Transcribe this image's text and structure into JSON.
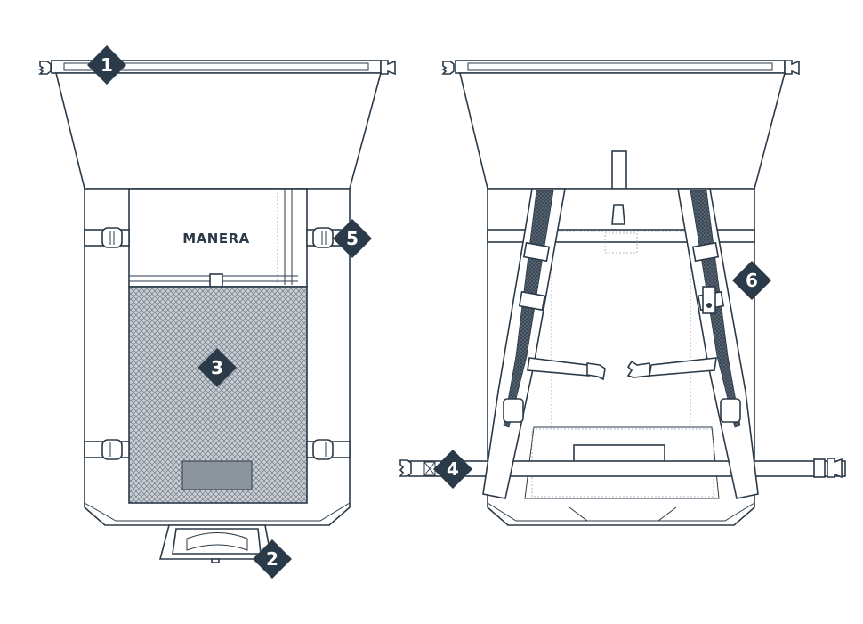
{
  "diagram": {
    "brand_label": "MANERA",
    "line_color": "#2b3a48",
    "markers": [
      {
        "id": "1",
        "label": "1",
        "part": "roll-top-closure"
      },
      {
        "id": "2",
        "label": "2",
        "part": "bottom-handle"
      },
      {
        "id": "3",
        "label": "3",
        "part": "mesh-pocket"
      },
      {
        "id": "4",
        "label": "4",
        "part": "hip-belt"
      },
      {
        "id": "5",
        "label": "5",
        "part": "side-compression-buckle"
      },
      {
        "id": "6",
        "label": "6",
        "part": "back-panel"
      }
    ],
    "views": [
      "front",
      "back"
    ]
  }
}
